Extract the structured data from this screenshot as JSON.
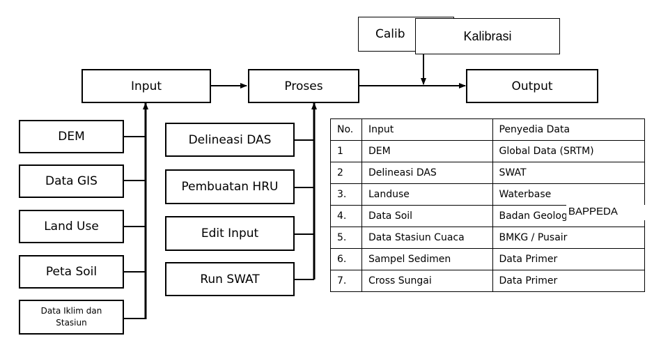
{
  "calibration": {
    "back_label": "Calib",
    "front_label": "Kalibrasi"
  },
  "main_flow": {
    "input": "Input",
    "proses": "Proses",
    "output": "Output"
  },
  "input_items": [
    "DEM",
    "Data GIS",
    "Land Use",
    "Peta Soil"
  ],
  "input_last": {
    "line1": "Data Iklim dan",
    "line2": "Stasiun"
  },
  "proses_items": [
    "Delineasi DAS",
    "Pembuatan HRU",
    "Edit Input",
    "Run SWAT"
  ],
  "table": {
    "headers": [
      "No.",
      "Input",
      "Penyedia Data"
    ],
    "rows": [
      [
        "1",
        "DEM",
        "Global Data (SRTM)"
      ],
      [
        "2",
        "Delineasi DAS",
        "SWAT"
      ],
      [
        "3.",
        "Landuse",
        "Waterbase"
      ],
      [
        "4.",
        "Data Soil",
        "Badan Geologi"
      ],
      [
        "5.",
        "Data Stasiun Cuaca",
        "BMKG / Pusair"
      ],
      [
        "6.",
        "Sampel Sedimen",
        "Data Primer"
      ],
      [
        "7.",
        "Cross Sungai",
        "Data Primer"
      ]
    ],
    "overlay_label": "BAPPEDA"
  }
}
